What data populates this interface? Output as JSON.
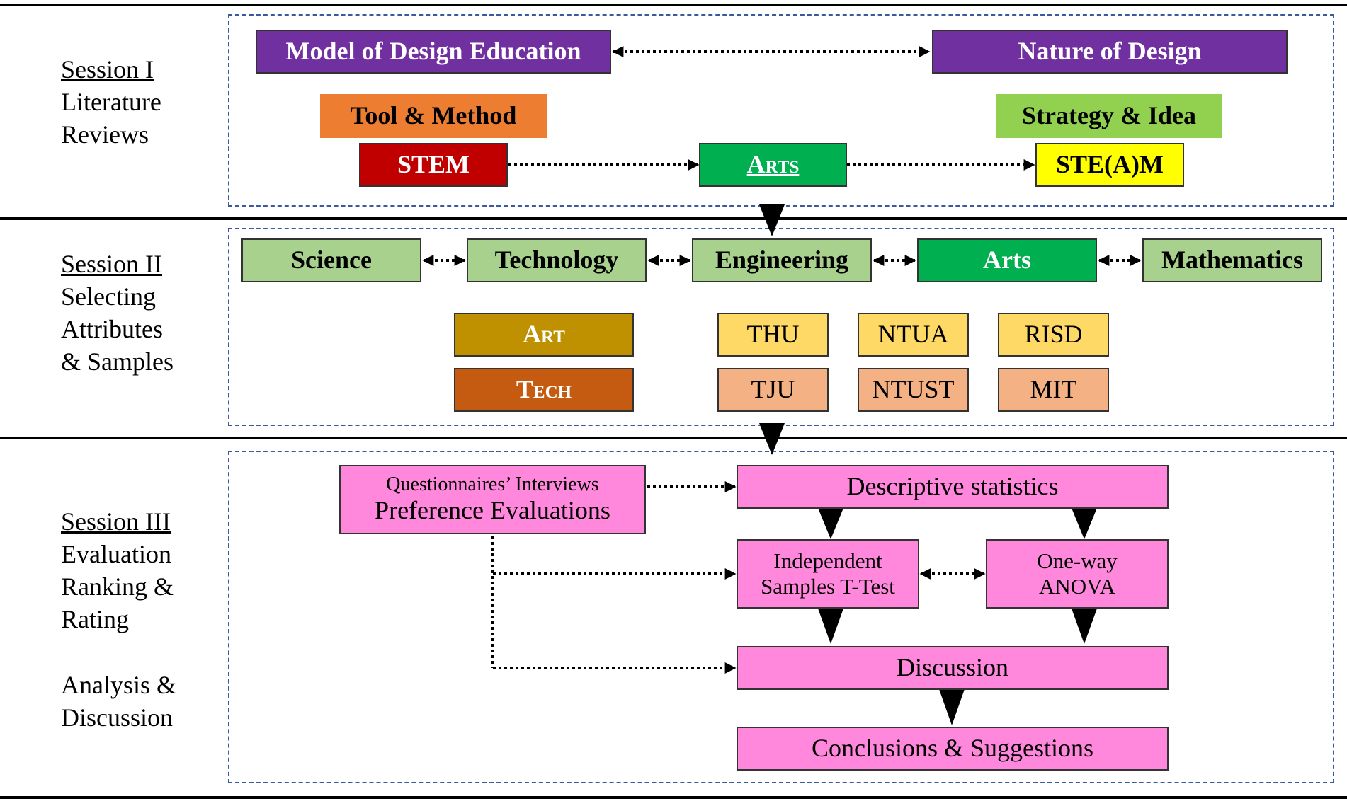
{
  "sessions": {
    "s1": {
      "title": "Session I",
      "lines": [
        "Literature",
        "Reviews"
      ]
    },
    "s2": {
      "title": "Session II",
      "lines": [
        "Selecting",
        "Attributes",
        "& Samples"
      ]
    },
    "s3": {
      "title": "Session III",
      "lines": [
        "Evaluation",
        "Ranking &",
        "Rating"
      ]
    },
    "s3b": {
      "lines": [
        "Analysis &",
        "Discussion"
      ]
    }
  },
  "session1": {
    "model_of_design_education": "Model of Design Education",
    "nature_of_design": "Nature of Design",
    "tool_and_method": "Tool & Method",
    "strategy_and_idea": "Strategy & Idea",
    "stem": "STEM",
    "arts": "Arts",
    "steam": "STE(A)M"
  },
  "session2": {
    "disciplines": [
      "Science",
      "Technology",
      "Engineering",
      "Arts",
      "Mathematics"
    ],
    "groups": [
      "Art",
      "Tech"
    ],
    "schools_top": [
      "THU",
      "NTUA",
      "RISD"
    ],
    "schools_bottom": [
      "TJU",
      "NTUST",
      "MIT"
    ]
  },
  "session3": {
    "questionnaire_line1": "Questionnaires’ Interviews",
    "questionnaire_line2": "Preference Evaluations",
    "descriptive_statistics": "Descriptive statistics",
    "ttest_line1": "Independent",
    "ttest_line2": "Samples T-Test",
    "anova_line1": "One-way",
    "anova_line2": "ANOVA",
    "discussion": "Discussion",
    "conclusions": "Conclusions & Suggestions"
  },
  "colors": {
    "purple": "#7030a0",
    "orange": "#ed7d31",
    "light_green": "#92d050",
    "red": "#c00000",
    "green": "#00b050",
    "yellow": "#ffff00",
    "sage": "#a9d18e",
    "gold": "#bf9000",
    "rust": "#c55a11",
    "light_yellow": "#ffd966",
    "peach": "#f4b183",
    "pink": "#ff88dd",
    "panel_border": "#3a5aa0"
  }
}
